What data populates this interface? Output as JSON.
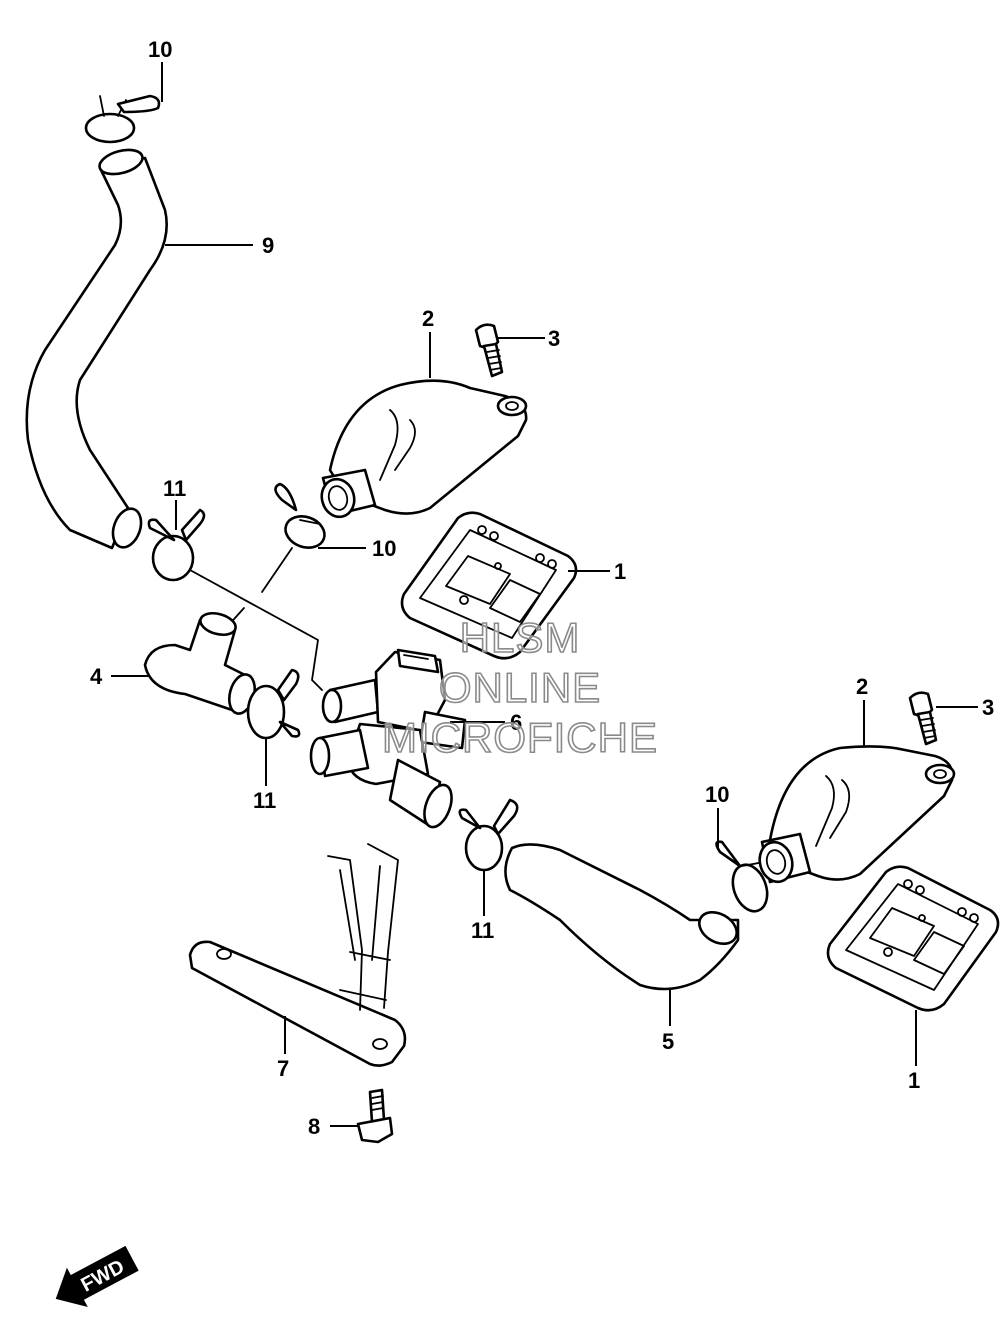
{
  "diagram": {
    "callouts": {
      "c1a": "1",
      "c1b": "1",
      "c2a": "2",
      "c2b": "2",
      "c3a": "3",
      "c3b": "3",
      "c4": "4",
      "c5": "5",
      "c6": "6",
      "c7": "7",
      "c8": "8",
      "c9": "9",
      "c10a": "10",
      "c10b": "10",
      "c10c": "10",
      "c11a": "11",
      "c11b": "11",
      "c11c": "11"
    },
    "watermark": {
      "line1": "HLSM",
      "line2": "ONLINE",
      "line3": "MICROFICHE"
    },
    "direction_badge": "FWD"
  }
}
